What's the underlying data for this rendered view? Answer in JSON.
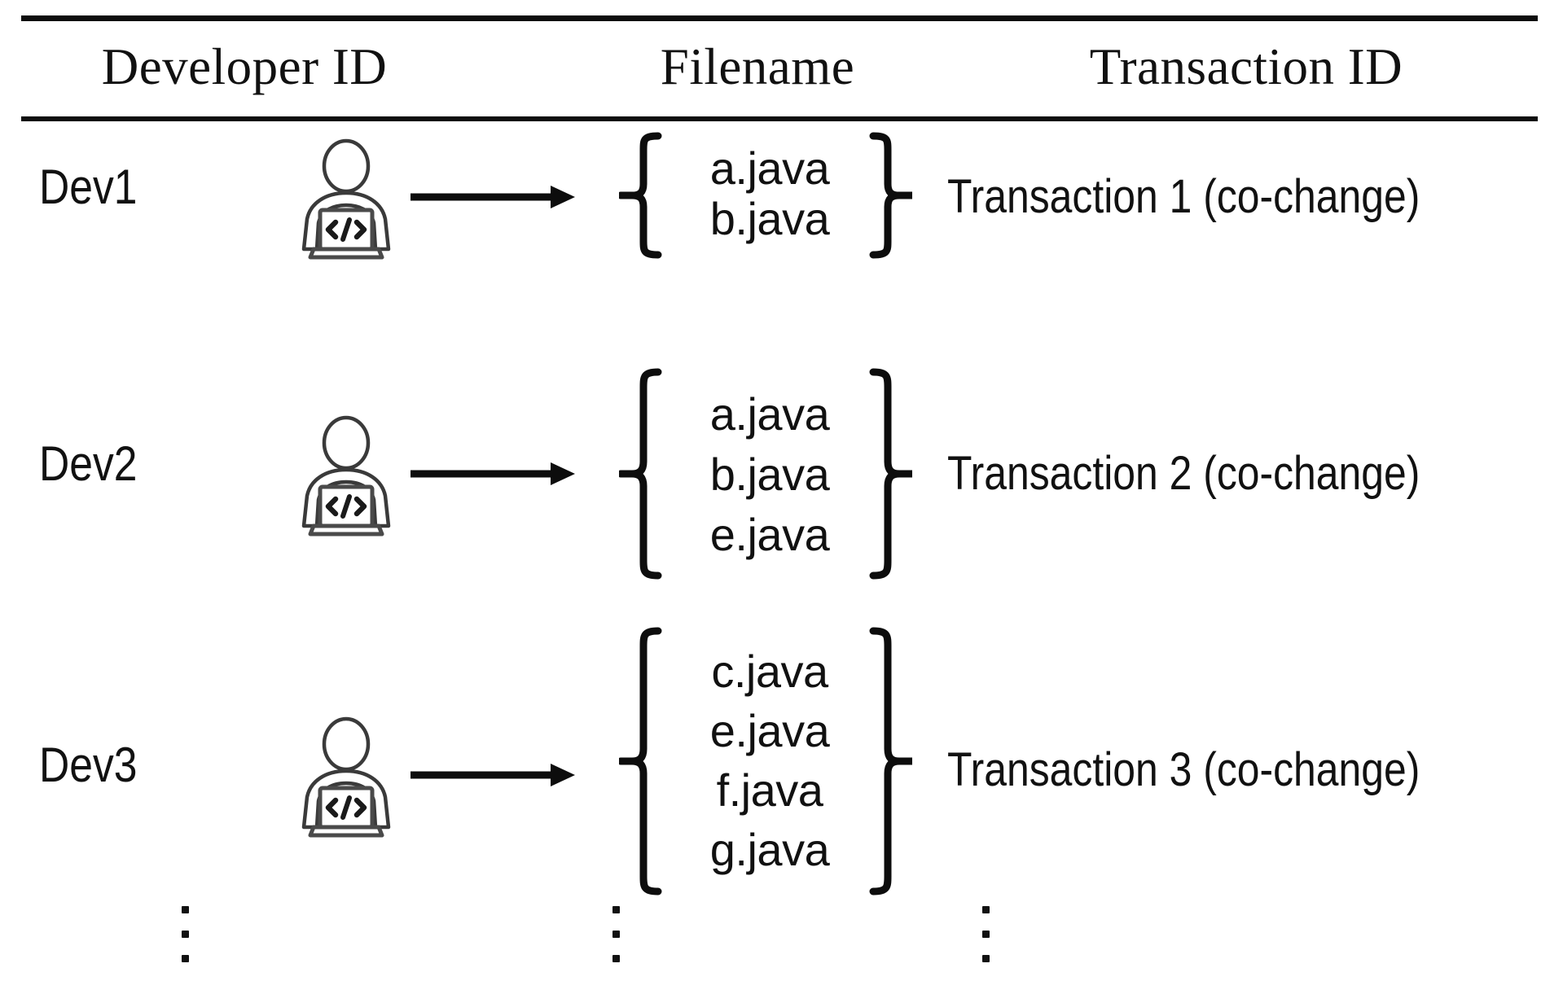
{
  "table": {
    "headers": {
      "developer": "Developer ID",
      "filename": "Filename",
      "transaction": "Transaction ID"
    },
    "rows": [
      {
        "developer_id": "Dev1",
        "developer_icon": "developer-laptop-code-icon",
        "arrow_icon": "right-arrow-icon",
        "files": [
          "a.java",
          "b.java"
        ],
        "transaction_id": "Transaction 1 (co-change)"
      },
      {
        "developer_id": "Dev2",
        "developer_icon": "developer-laptop-code-icon",
        "arrow_icon": "right-arrow-icon",
        "files": [
          "a.java",
          "b.java",
          "e.java"
        ],
        "transaction_id": "Transaction 2 (co-change)"
      },
      {
        "developer_id": "Dev3",
        "developer_icon": "developer-laptop-code-icon",
        "arrow_icon": "right-arrow-icon",
        "files": [
          "c.java",
          "e.java",
          "f.java",
          "g.java"
        ],
        "transaction_id": "Transaction 3 (co-change)"
      }
    ],
    "continuation": {
      "developer_ellipsis": "⋮",
      "filename_ellipsis": "⋮",
      "transaction_ellipsis": "⋮"
    }
  },
  "style": {
    "ink": "#111111",
    "rule": "#0d0d0d",
    "background": "#ffffff"
  }
}
